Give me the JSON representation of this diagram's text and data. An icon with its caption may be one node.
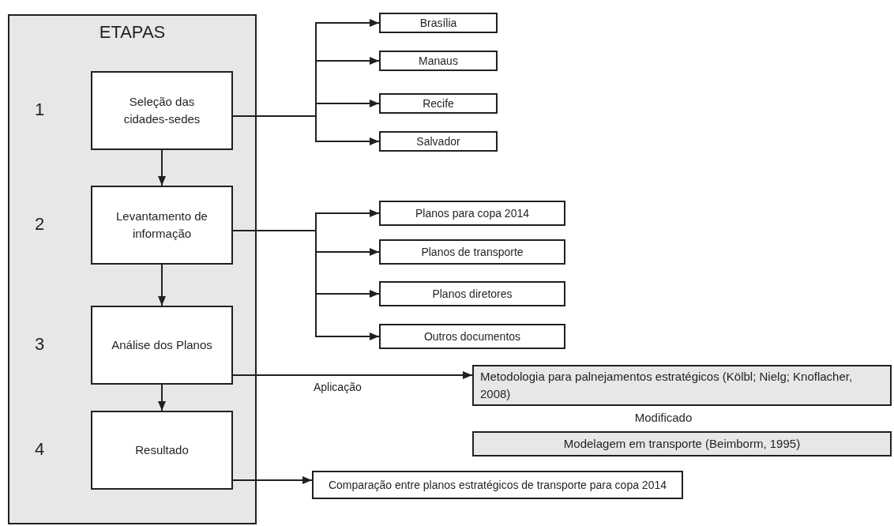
{
  "diagram": {
    "nodes": [
      {
        "text": [
          "ETAPAS"
        ]
      },
      {
        "text": [
          "Seleção das cidades-sedes"
        ],
        "in": 0,
        "beside": [
          "1"
        ]
      },
      {
        "text": [
          "Levantamento de informação"
        ],
        "in": 0,
        "beside": [
          "2"
        ]
      },
      {
        "text": [
          "Análise dos Planos"
        ],
        "in": 0,
        "beside": [
          "3"
        ]
      },
      {
        "text": [
          "Resultado"
        ],
        "in": 0,
        "beside": [
          "4"
        ]
      },
      {
        "text": [
          "Brasília"
        ]
      },
      {
        "text": [
          "Manaus"
        ]
      },
      {
        "text": [
          "Recife"
        ]
      },
      {
        "text": [
          "Salvador"
        ]
      },
      {
        "text": [
          "Planos para copa 2014"
        ]
      },
      {
        "text": [
          "Planos de transporte"
        ]
      },
      {
        "text": [
          "Planos diretores"
        ]
      },
      {
        "text": [
          "Outros documentos"
        ]
      },
      {
        "text": [
          "Metodologia para palnejamentos estratégicos (Kölbl; Nielg; Knoflacher, 2008)"
        ]
      },
      {
        "text": [
          "Modelagem em transporte (Beimborm, 1995)"
        ]
      },
      {
        "text": [
          "Comparação entre planos estratégicos de transporte para copa 2014"
        ]
      }
    ],
    "edges": [
      {
        "from": 1,
        "to": 2,
        "arrow": "to"
      },
      {
        "from": 2,
        "to": 3,
        "arrow": "to"
      },
      {
        "from": 3,
        "to": 4,
        "arrow": "to"
      },
      {
        "from": 1,
        "to": 5,
        "arrow": "to"
      },
      {
        "from": 1,
        "to": 6,
        "arrow": "to"
      },
      {
        "from": 1,
        "to": 7,
        "arrow": "to"
      },
      {
        "from": 1,
        "to": 8,
        "arrow": "to"
      },
      {
        "from": 2,
        "to": 9,
        "arrow": "to"
      },
      {
        "from": 2,
        "to": 10,
        "arrow": "to"
      },
      {
        "from": 2,
        "to": 11,
        "arrow": "to"
      },
      {
        "from": 2,
        "to": 12,
        "arrow": "to"
      },
      {
        "from": 3,
        "to": 13,
        "label": "Aplicação",
        "arrow": "to"
      },
      {
        "from": 4,
        "to": 15,
        "arrow": "to"
      }
    ],
    "labels": [
      "Modificado"
    ]
  }
}
